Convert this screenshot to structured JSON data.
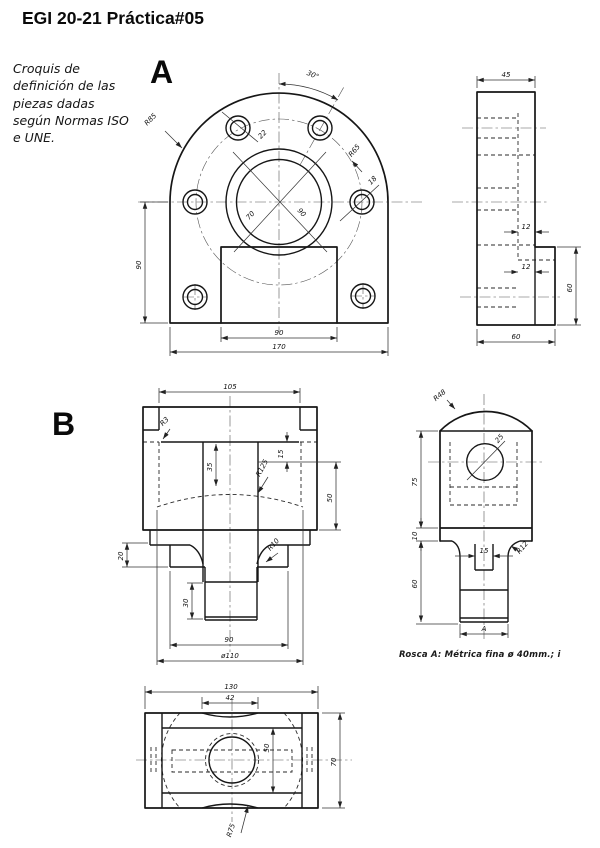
{
  "header": {
    "title": "EGI 20-21 Práctica#05",
    "description": "Croquis de definición de las piezas dadas según Normas ISO e UNE."
  },
  "part_a": {
    "label": "A",
    "front": {
      "angle": "30°",
      "radius": "R85",
      "counterbore": "22",
      "bolt_circle": "R65",
      "hole": "18",
      "bore": "70",
      "boss": "90",
      "slot": "90",
      "width": "170",
      "height": "90"
    },
    "side": {
      "thickness": "45",
      "depth_upper": "12",
      "depth_lower": "12",
      "step": "60",
      "base": "60"
    }
  },
  "part_b": {
    "label": "B",
    "front": {
      "width": "105",
      "fillet_top": "R3",
      "pocket": "35",
      "shoulder": "15",
      "arc": "R125",
      "height": "50",
      "flange": "20",
      "fillet_bottom": "R10",
      "stud": "30",
      "hub": "90",
      "base": "ø110"
    },
    "side": {
      "radius": "R48",
      "hole": "25",
      "upper": "75",
      "collar": "10",
      "lower": "60",
      "slot": "15",
      "fillet": "R12",
      "thread": "A"
    },
    "top": {
      "width": "130",
      "notch": "42",
      "inner": "50",
      "depth": "70",
      "radius": "R75"
    },
    "note": "Rosca A: Métrica fina ø 40mm.; i"
  }
}
